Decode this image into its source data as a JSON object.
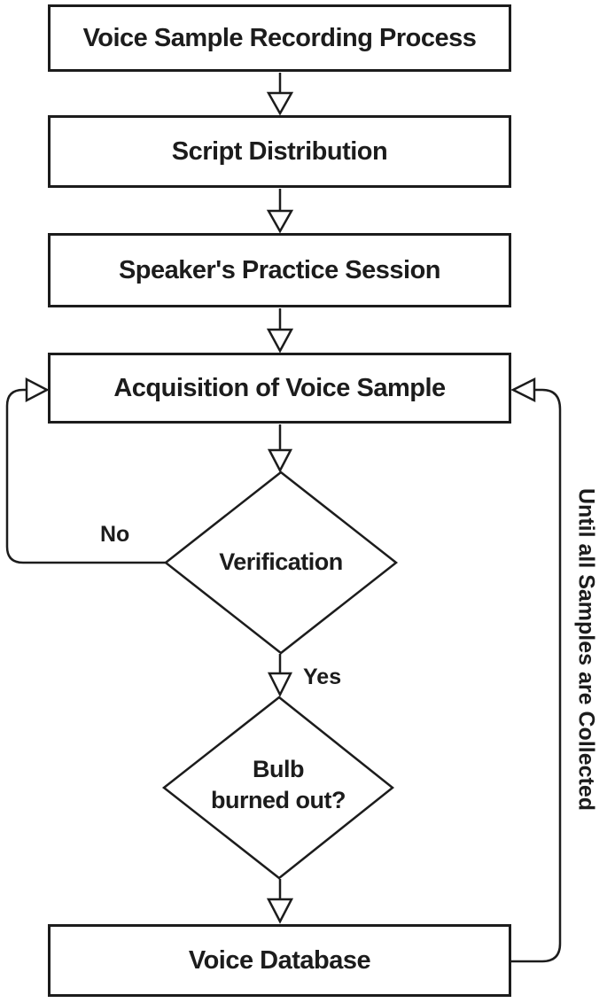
{
  "colors": {
    "line": "#1c1c1c",
    "background": "#ffffff"
  },
  "nodes": {
    "start": {
      "label": "Voice Sample Recording Process"
    },
    "script": {
      "label": "Script Distribution"
    },
    "practice": {
      "label": "Speaker's Practice Session"
    },
    "acquisition": {
      "label": "Acquisition of Voice Sample"
    },
    "verification": {
      "label": "Verification"
    },
    "bulb": {
      "label_line1": "Bulb",
      "label_line2": "burned out?"
    },
    "database": {
      "label": "Voice Database"
    }
  },
  "labels": {
    "no": "No",
    "yes": "Yes",
    "loop": "Until all Samples are Collected"
  }
}
